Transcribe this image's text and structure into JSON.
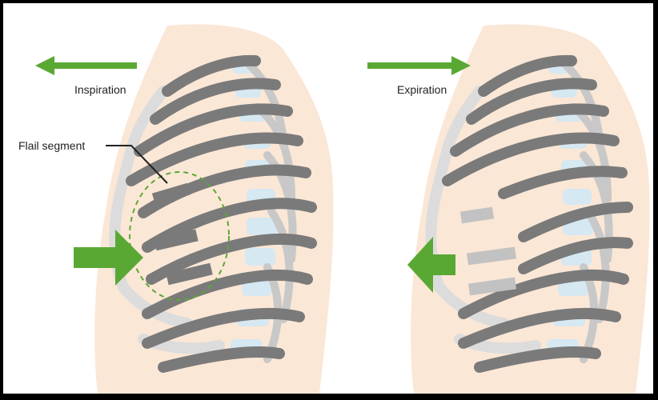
{
  "colors": {
    "background_frame": "#000000",
    "skin": "#fbe7d6",
    "rib": "#7a7a7a",
    "rib_highlight": "#9b9b9b",
    "cartilage": "#dcdcdc",
    "spine": "#d6e8f2",
    "arrow": "#5aa834",
    "flail_outline": "#5aa834",
    "flail_rib_expiration": "#c2c2c2",
    "leader_line": "#222222"
  },
  "panels": [
    {
      "id": "inspiration",
      "label": "Inspiration",
      "top_arrow_direction": "left",
      "chest_arrow_direction": "inward",
      "annotation": "Flail segment",
      "shows_flail_circle": true
    },
    {
      "id": "expiration",
      "label": "Expiration",
      "top_arrow_direction": "right",
      "chest_arrow_direction": "outward",
      "shows_flail_circle": false
    }
  ]
}
